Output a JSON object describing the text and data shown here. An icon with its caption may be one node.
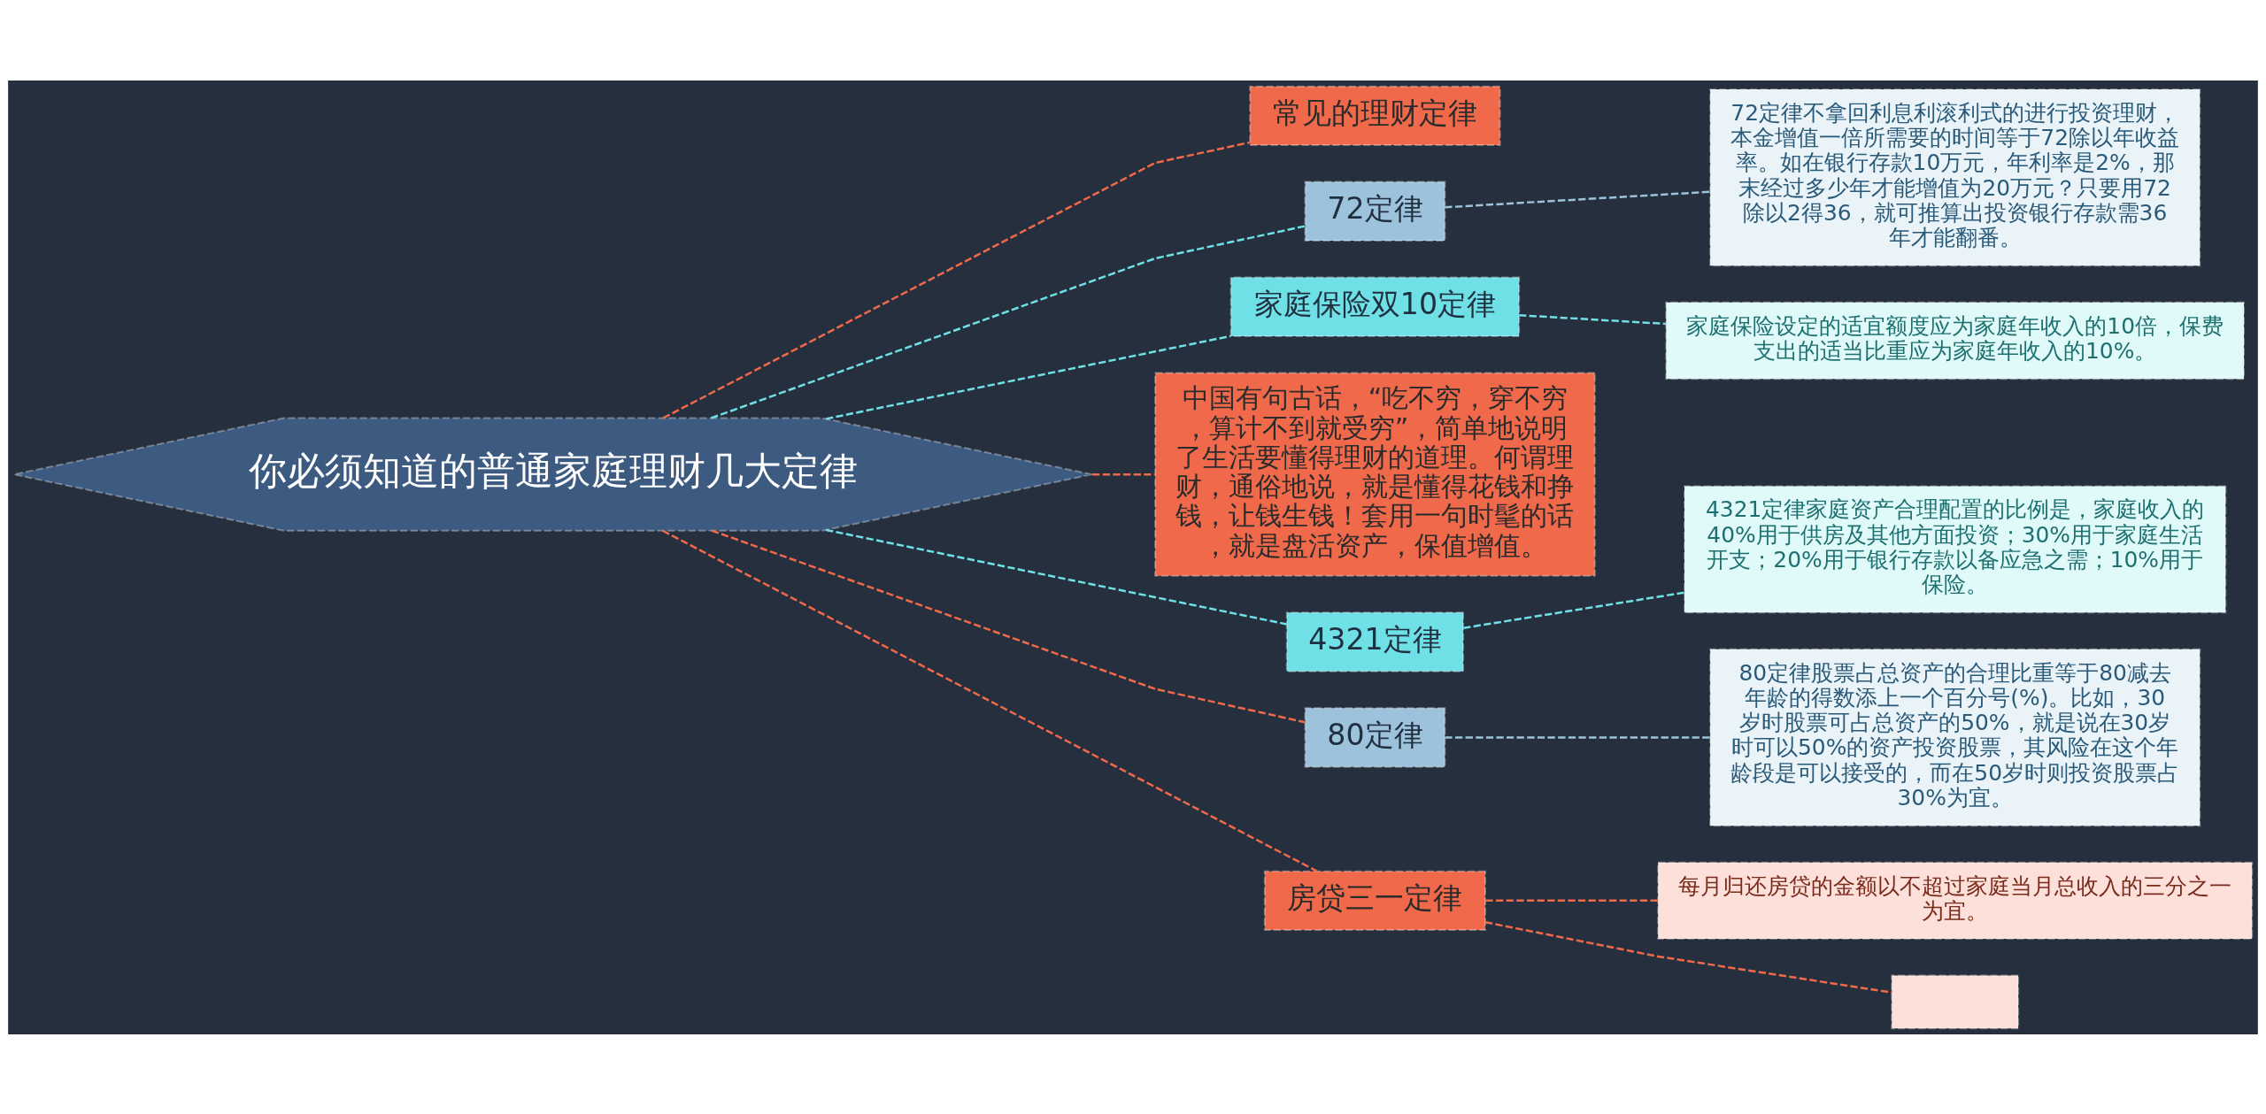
{
  "diagram": {
    "nodes": [
      {
        "text": [
          "你必须知道的普通家庭理财几大定律"
        ]
      },
      {
        "text": [
          "常见的理财定律"
        ]
      },
      {
        "text": [
          "72定律"
        ]
      },
      {
        "text": [
          "72定律不拿回利息利滚利式的进行投资理财，本金增值一倍所需要的时间等于72除以年收益率。如在银行存款10万元，年利率是2%，那末经过多少年才能增值为20万元？只要用72除以2得36，就可推算出投资银行存款需36年才能翻番。"
        ]
      },
      {
        "text": [
          "家庭保险双10定律"
        ]
      },
      {
        "text": [
          "家庭保险设定的适宜额度应为家庭年收入的10倍，保费支出的适当比重应为家庭年收入的10%。"
        ]
      },
      {
        "text": [
          "中国有句古话，“吃不穷，穿不穷，算计不到就受穷”，简单地说明了生活要懂得理财的道理。何谓理财，通俗地说，就是懂得花钱和挣钱，让钱生钱！套用一句时髦的话，就是盘活资产，保值增值。"
        ]
      },
      {
        "text": [
          "4321定律"
        ]
      },
      {
        "text": [
          "4321定律家庭资产合理配置的比例是，家庭收入的40%用于供房及其他方面投资；30%用于家庭生活开支；20%用于银行存款以备应急之需；10%用于保险。"
        ]
      },
      {
        "text": [
          "80定律"
        ]
      },
      {
        "text": [
          "80定律股票占总资产的合理比重等于80减去年龄的得数添上一个百分号(%)。比如，30岁时股票可占总资产的50%，就是说在30岁时可以50%的资产投资股票，其风险在这个年龄段是可以接受的，而在50岁时则投资股票占30%为宜。"
        ]
      },
      {
        "text": [
          "房贷三一定律"
        ]
      },
      {
        "text": [
          "每月归还房贷的金额以不超过家庭当月总收入的三分之一为宜。"
        ]
      },
      {
        "text": [],
        "shape": "box"
      }
    ],
    "edges": [
      {
        "from": 0,
        "to": 1,
        "arrow": "none",
        "style": "dashed",
        "color": "#f0694a"
      },
      {
        "from": 0,
        "to": 2,
        "arrow": "none",
        "style": "dashed",
        "color": "#6fe0e6"
      },
      {
        "from": 2,
        "to": 3,
        "arrow": "none",
        "style": "dashed",
        "color": "#9dc3dc"
      },
      {
        "from": 0,
        "to": 4,
        "arrow": "none",
        "style": "dashed",
        "color": "#6fe0e6"
      },
      {
        "from": 4,
        "to": 5,
        "arrow": "none",
        "style": "dashed",
        "color": "#6fe0e6"
      },
      {
        "from": 0,
        "to": 6,
        "arrow": "none",
        "style": "dashed",
        "color": "#f0694a"
      },
      {
        "from": 0,
        "to": 7,
        "arrow": "none",
        "style": "dashed",
        "color": "#6fe0e6"
      },
      {
        "from": 7,
        "to": 8,
        "arrow": "none",
        "style": "dashed",
        "color": "#6fe0e6"
      },
      {
        "from": 0,
        "to": 9,
        "arrow": "none",
        "style": "dashed",
        "color": "#f0694a"
      },
      {
        "from": 9,
        "to": 10,
        "arrow": "none",
        "style": "dashed",
        "color": "#9dc3dc"
      },
      {
        "from": 0,
        "to": 11,
        "arrow": "none",
        "style": "dashed",
        "color": "#f0694a"
      },
      {
        "from": 11,
        "to": 12,
        "arrow": "none",
        "style": "dashed",
        "color": "#f0694a"
      },
      {
        "from": 11,
        "to": 13,
        "arrow": "none",
        "style": "dashed",
        "color": "#f0694a"
      }
    ]
  }
}
